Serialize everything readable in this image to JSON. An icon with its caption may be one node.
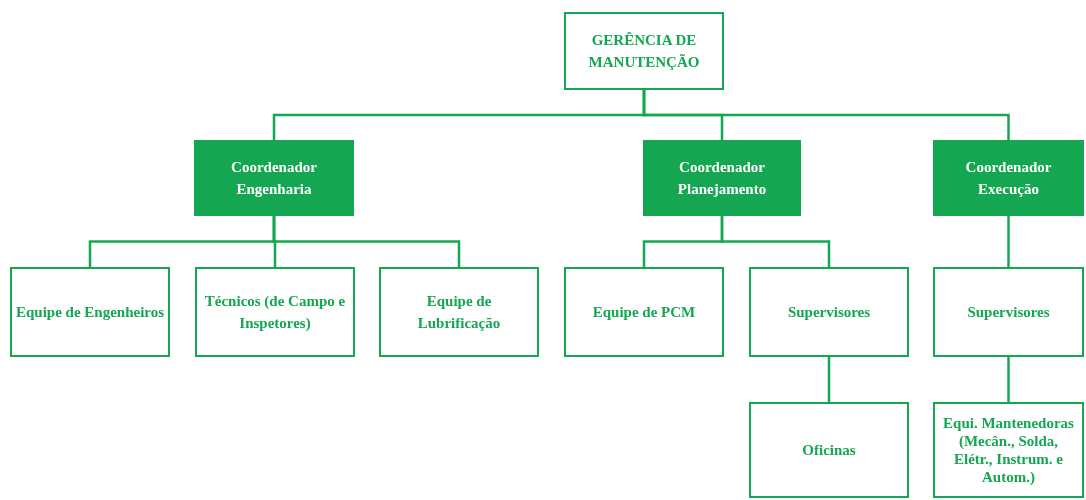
{
  "diagram": {
    "nodes": [
      {
        "text": [
          "GERÊNCIA DE MANUTENÇÃO"
        ]
      },
      {
        "text": [
          "Coordenador Engenharia"
        ]
      },
      {
        "text": [
          "Coordenador Planejamento"
        ]
      },
      {
        "text": [
          "Coordenador Execução"
        ]
      },
      {
        "text": [
          "Equipe de Engenheiros"
        ]
      },
      {
        "text": [
          "Técnicos (de Campo e Inspetores)"
        ]
      },
      {
        "text": [
          "Equipe de Lubrificação"
        ]
      },
      {
        "text": [
          "Equipe de PCM"
        ]
      },
      {
        "text": [
          "Supervisores"
        ]
      },
      {
        "text": [
          "Supervisores"
        ]
      },
      {
        "text": [
          "Oficinas"
        ]
      },
      {
        "text": [
          "Equi. Mantenedoras (Mecân., Solda, Elétr., Instrum. e Autom.)"
        ]
      }
    ],
    "edges": [
      {
        "from": 0,
        "to": 1,
        "arrow": "none"
      },
      {
        "from": 0,
        "to": 2,
        "arrow": "none"
      },
      {
        "from": 0,
        "to": 3,
        "arrow": "none"
      },
      {
        "from": 1,
        "to": 4,
        "arrow": "none"
      },
      {
        "from": 1,
        "to": 5,
        "arrow": "none"
      },
      {
        "from": 1,
        "to": 6,
        "arrow": "none"
      },
      {
        "from": 2,
        "to": 7,
        "arrow": "none"
      },
      {
        "from": 2,
        "to": 8,
        "arrow": "none"
      },
      {
        "from": 3,
        "to": 9,
        "arrow": "none"
      },
      {
        "from": 8,
        "to": 10,
        "arrow": "none"
      },
      {
        "from": 9,
        "to": 11,
        "arrow": "none"
      }
    ]
  }
}
